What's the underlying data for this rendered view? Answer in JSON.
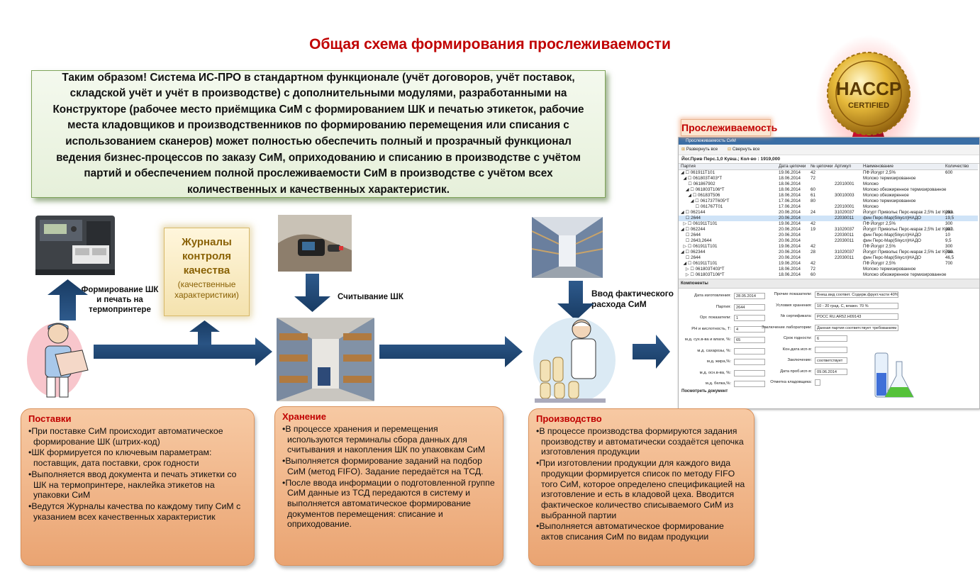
{
  "title": "Общая схема формирования прослеживаемости",
  "summary_text": "Таким образом! Система ИС-ПРО в стандартном функционале (учёт договоров, учёт поставок, складской учёт и учёт в производстве) с дополнительными модулями, разработанными на Конструкторе (рабочее место приёмщика СиМ с формированием ШК и печатью этикеток, рабочие места кладовщиков и производственников по формированию перемещения или списания с использованием сканеров) может полностью обеспечить полный и прозрачный функционал ведения бизнес-процессов по заказу СиМ, оприходованию и списанию в производстве с учётом партий и обеспечением полной прослеживаемости СиМ в производстве с учётом всех количественных и качественных характеристик.",
  "badge": {
    "line1": "HACCP",
    "line2": "CERTIFIED"
  },
  "journal": {
    "title": "Журналы контроля качества",
    "subtitle": "(качественные характеристики)"
  },
  "captions": {
    "barcode_print": "Формирование ШК и печать на термопринтере",
    "scan": "Считывание ШК",
    "actual_usage": "Ввод фактического расхода СиМ"
  },
  "panels": {
    "supply": {
      "title": "Поставки",
      "items": [
        "При поставке СиМ происходит автоматическое формирование ШК (штрих-код)",
        "ШК формируется по ключевым параметрам: поставщик, дата поставки, срок годности",
        "Выполняется ввод документа и печать этикетки со ШК на термопринтере, наклейка этикетов на упаковки СиМ",
        "Ведутся Журналы качества по каждому типу СиМ с указанием всех качественных характеристик"
      ]
    },
    "storage": {
      "title": "Хранение",
      "items": [
        "В процессе хранения и перемещения используются терминалы сбора данных для считывания и накопления ШК по упаковкам СиМ",
        "Выполняется формирование заданий на подбор СиМ (метод FIFO). Задание передаётся на ТСД.",
        "После ввода информации о подготовленной группе СиМ данные из ТСД передаются в систему и выполняется автоматическое формирование документов перемещения: списание и оприходование."
      ]
    },
    "production": {
      "title": "Производство",
      "items": [
        "В процессе производства формируются задания производству и автоматически создаётся цепочка изготовления продукции",
        "При изготовлении продукции для каждого вида продукции формируется список по методу FIFO того СиМ, которое определено спецификацией на изготовление и есть в кладовой цеха. Вводится фактическое количество списываемого СиМ из выбранной партии",
        "Выполняется автоматическое формирование актов списания СиМ по видам продукции"
      ]
    }
  },
  "screenshot": {
    "badge": "Прослеживаемость",
    "window_title": "Прослеживаемость СиМ",
    "btn_expand": "Развернуть все",
    "btn_collapse": "Свернуть все",
    "summary": "Йог.Прив Перс.1,0 Кувш.; Кол-во : 1919,000",
    "columns": [
      "Партия",
      "Дата цепочки",
      "№ цепочки",
      "Артикул",
      "Наименование",
      "Количество"
    ],
    "rows": [
      [
        "◢ ☐ 061911Т101",
        "19.06.2014",
        "42",
        "",
        "ПФ Йогурт 2,5%",
        "600"
      ],
      [
        "  ◢ ☐ 061803Т403*Т",
        "18.06.2014",
        "72",
        "",
        "Молоко термизированное",
        ""
      ],
      [
        "      ☐ 061867902",
        "18.06.2014",
        "",
        "22010001",
        "Молоко",
        ""
      ],
      [
        "    ◢ ☐ 061803Т106*Т",
        "18.06.2014",
        "60",
        "",
        "Молоко обезжиренное термизированное",
        ""
      ],
      [
        "      ◢ ☐ 06183Т506",
        "18.06.2014",
        "61",
        "30010003",
        "Молоко обезжиренное",
        ""
      ],
      [
        "        ◢ ☐ 061737Т605*Т",
        "17.06.2014",
        "80",
        "",
        "Молоко термизированное",
        ""
      ],
      [
        "            ☐ 061767Т01",
        "17.06.2014",
        "",
        "22010001",
        "Молоко",
        ""
      ],
      [
        "◢ ☐ 062144",
        "20.06.2014",
        "24",
        "31020037",
        "Йогурт Привольє Перс-марак 2,5% 1кг Кувш.",
        "293"
      ],
      [
        "    ☐ 2644",
        "20.06.2014",
        "",
        "22030011",
        "фин Перс-Мар(б/кусл)НАДО",
        "19,5"
      ],
      [
        "  ▷ ☐ 061911Т101",
        "19.06.2014",
        "42",
        "",
        "ПФ Йогурт 2,5%",
        "300"
      ],
      [
        "◢ ☐ 062244",
        "20.06.2014",
        "19",
        "31020037",
        "Йогурт Привольє Перс-марак 2,5% 1кг Кувш.",
        "307"
      ],
      [
        "    ☐ 2644",
        "20.06.2014",
        "",
        "22030011",
        "фин Перс-Мар(б/кусл)НАДО",
        "10"
      ],
      [
        "    ☐ 2643,2644",
        "20.06.2014",
        "",
        "22030011",
        "фин Перс-Мар(б/кусл)НАДО",
        "9,5"
      ],
      [
        "  ▷ ☐ 061911Т101",
        "19.06.2014",
        "42",
        "",
        "ПФ Йогурт 2,5%",
        "300"
      ],
      [
        "◢ ☐ 062344",
        "20.06.2014",
        "28",
        "31020037",
        "Йогурт Привольє Перс-марак 2,5% 1кг Кувш.",
        "700"
      ],
      [
        "    ☐ 2644",
        "20.06.2014",
        "",
        "22030011",
        "фин Перс-Мар(б/кусл)НАДО",
        "46,5"
      ],
      [
        "  ◢ ☐ 061911Т101",
        "19.06.2014",
        "42",
        "",
        "ПФ Йогурт 2,5%",
        "700"
      ],
      [
        "    ▷ ☐ 061803Т403*Т",
        "18.06.2014",
        "72",
        "",
        "Молоко термизированное",
        ""
      ],
      [
        "    ▷ ☐ 061803Т106*Т",
        "18.06.2014",
        "60",
        "",
        "Молоко обезжиренное термизированное",
        ""
      ]
    ],
    "components_title": "Компоненты",
    "left_fields": [
      {
        "label": "Дата изготовления:",
        "value": "28.05.2014"
      },
      {
        "label": "Партия:",
        "value": "2644"
      },
      {
        "label": "Орг. показатели:",
        "value": "1"
      },
      {
        "label": "РН и кислотность, Т:",
        "value": "4"
      },
      {
        "label": "м.д. сух.в-ва и влаги, %:",
        "value": "65"
      },
      {
        "label": "м.д. сахарозы, %:",
        "value": ""
      },
      {
        "label": "м.д. жира,%:",
        "value": ""
      },
      {
        "label": "м.д. осн.в-ва, %:",
        "value": ""
      },
      {
        "label": "м.д. белка,%:",
        "value": ""
      }
    ],
    "right_fields": [
      {
        "label": "Прочие показатели:",
        "value": "Внеш.вид соответ. Содерж.фрукт.части 40%"
      },
      {
        "label": "Условия хранения:",
        "value": "10 - 20 град. С, влажн. 70 %"
      },
      {
        "label": "№ сертификата:",
        "value": "РОСС RU.AR52.H09143"
      },
      {
        "label": "Заключение лаборатории:",
        "value": "Данная партия соответствует требованиям НТ,"
      },
      {
        "label": "Срок годности:",
        "value": "6"
      },
      {
        "label": "Кон.дата исп-я:",
        "value": ""
      },
      {
        "label": "Заключение:",
        "value": "соответствует"
      },
      {
        "label": "Дата проб.исп-я:",
        "value": "09.06.2014"
      },
      {
        "label": "Отметка кладовщика:",
        "value": ""
      }
    ],
    "view_doc": "Посмотреть документ"
  }
}
